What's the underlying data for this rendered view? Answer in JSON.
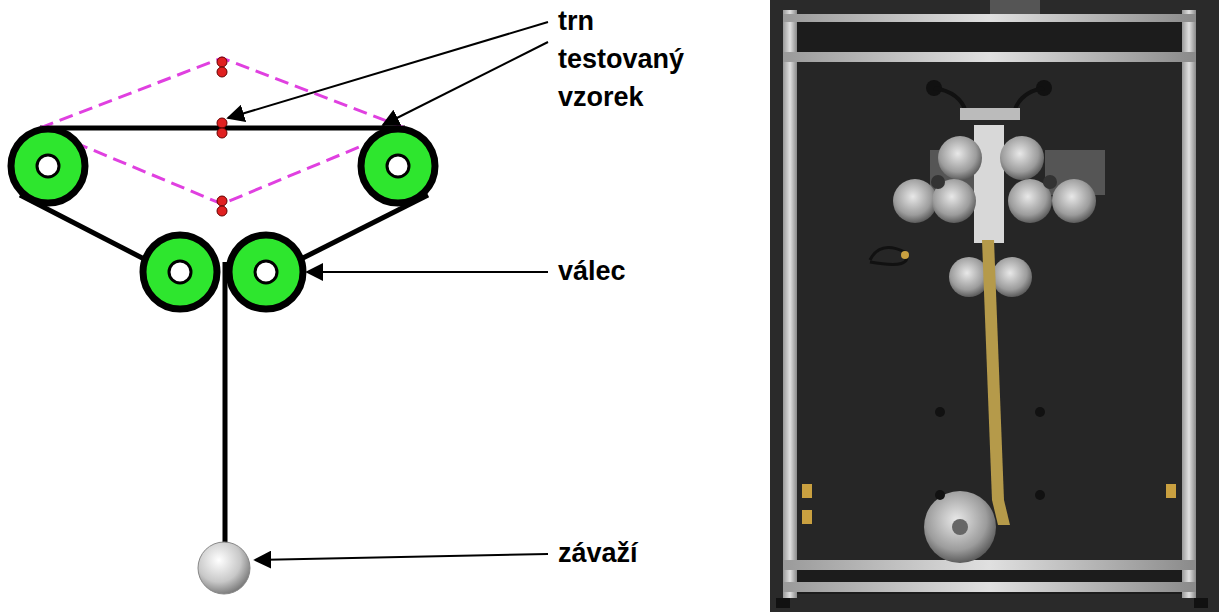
{
  "diagram": {
    "labels": [
      "trn",
      "testovaný vzorek",
      "válec",
      "závaží"
    ]
  }
}
